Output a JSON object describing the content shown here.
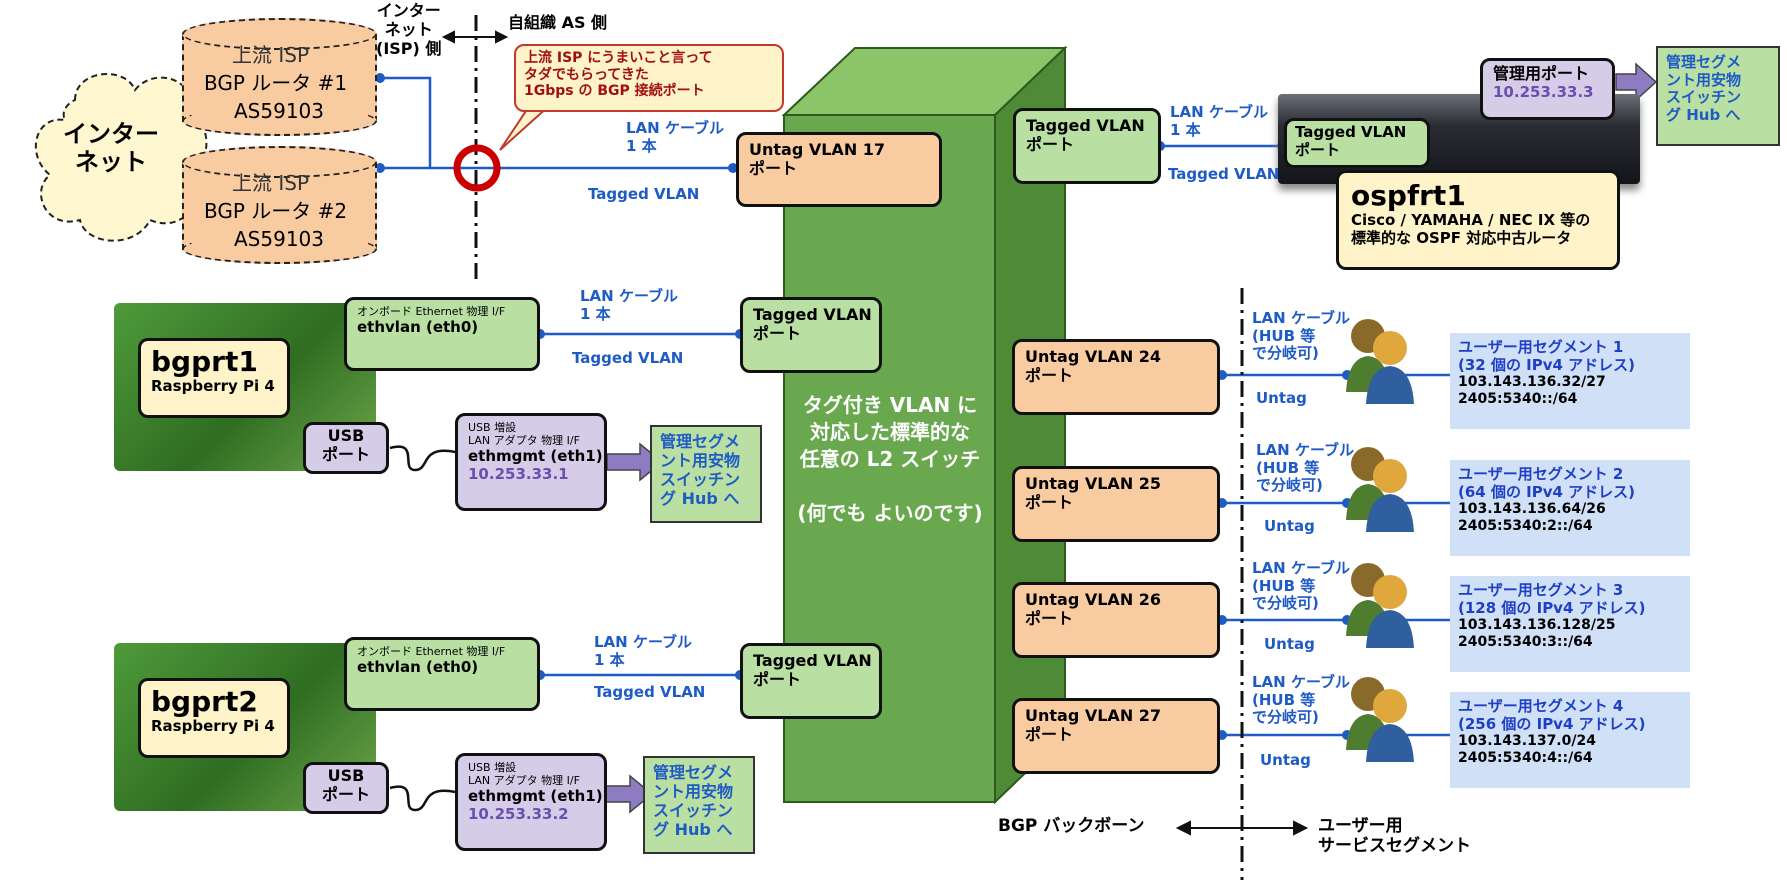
{
  "internet_cloud": "インター\nネット",
  "isp_routers": [
    {
      "name": "上流 ISP",
      "sub": "BGP ルータ #1",
      "as": "AS59103"
    },
    {
      "name": "上流 ISP",
      "sub": "BGP ルータ #2",
      "as": "AS59103"
    }
  ],
  "boundary": {
    "internet_side": "インター\nネット\n(ISP) 側",
    "org_side": "自組織 AS 側"
  },
  "callout": "上流 ISP にうまいこと言って\nタダでもらってきた\n1Gbps の BGP 接続ポート",
  "switch_label": "タグ付き VLAN に\n対応した標準的な\n任意の L2 スイッチ\n\n(何でも よいのです)",
  "ports": {
    "untag17": "Untag VLAN 17\nポート",
    "tagged_top": "Tagged VLAN\nポート",
    "tagged_bgp1": "Tagged VLAN\nポート",
    "tagged_bgp2": "Tagged VLAN\nポート",
    "untag24": "Untag VLAN 24\nポート",
    "untag25": "Untag VLAN 25\nポート",
    "untag26": "Untag VLAN 26\nポート",
    "untag27": "Untag VLAN 27\nポート"
  },
  "link_labels": {
    "lan_cable": "LAN ケーブル\n1 本",
    "tagged_vlan": "Tagged VLAN",
    "lan_hub": "LAN ケーブル\n(HUB 等\nで分岐可)",
    "untag": "Untag"
  },
  "ospf": {
    "port": "Tagged VLAN\nポート",
    "mgmt_port": "管理用ポート",
    "mgmt_ip": "10.253.33.3",
    "name": "ospfrt1",
    "desc": "Cisco / YAMAHA / NEC IX 等の\n標準的な OSPF 対応中古ルータ"
  },
  "mgmt_hub": "管理セグメ\nント用安物\nスイッチン\nグ Hub へ",
  "bgprt": [
    {
      "name": "bgprt1",
      "model": "Raspberry Pi 4",
      "onboard": "オンボード Ethernet 物理 I/F",
      "eth": "ethvlan (eth0)",
      "usb_port": "USB\nポート",
      "usb_if": "USB 増設\nLAN アダプタ 物理 I/F",
      "mgmt": "ethmgmt (eth1)",
      "ip": "10.253.33.1"
    },
    {
      "name": "bgprt2",
      "model": "Raspberry Pi 4",
      "onboard": "オンボード Ethernet 物理 I/F",
      "eth": "ethvlan (eth0)",
      "usb_port": "USB\nポート",
      "usb_if": "USB 増設\nLAN アダプタ 物理 I/F",
      "mgmt": "ethmgmt (eth1)",
      "ip": "10.253.33.2"
    }
  ],
  "segments": [
    {
      "title": "ユーザー用セグメント 1\n(32 個の IPv4 アドレス)",
      "v4": "103.143.136.32/27",
      "v6": "2405:5340::/64"
    },
    {
      "title": "ユーザー用セグメント 2\n(64 個の IPv4 アドレス)",
      "v4": "103.143.136.64/26",
      "v6": "2405:5340:2::/64"
    },
    {
      "title": "ユーザー用セグメント 3\n(128 個の IPv4 アドレス)",
      "v4": "103.143.136.128/25",
      "v6": "2405:5340:3::/64"
    },
    {
      "title": "ユーザー用セグメント 4\n(256 個の IPv4 アドレス)",
      "v4": "103.143.137.0/24",
      "v6": "2405:5340:4::/64"
    }
  ],
  "bottom": {
    "backbone": "BGP バックボーン",
    "user": "ユーザー用\nサービスセグメント"
  },
  "colors": {
    "orange": "#f8cba1",
    "green": "#b9dfa3",
    "lavender": "#d5cde8",
    "switch": "#6aa84f",
    "line": "#1f5bc4",
    "segment": "#cfe0f7"
  }
}
